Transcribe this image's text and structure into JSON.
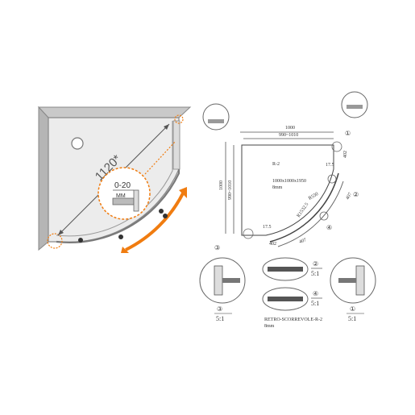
{
  "left_view": {
    "diagonal_label": "1120*",
    "adjust_range": "0-20",
    "adjust_unit": "MM",
    "colors": {
      "frame": "#8a8a8a",
      "accent": "#f07c10",
      "tray": "#e9e9e9",
      "wall": "#bdbdbd"
    }
  },
  "plan": {
    "model": "R-2",
    "size": "1000x1000x1950",
    "glass": "8mm",
    "width_total": "1000",
    "width_inner": "990~1010",
    "height_total": "1000",
    "height_inner": "990~1010",
    "radius": "R550",
    "dim_402_top": "402",
    "dim_402_bottom": "402",
    "dim_17_5_top": "17.5",
    "dim_17_5_bottom": "17.5",
    "dim_407_top": "407",
    "dim_407_bottom": "407",
    "dim_1532": "R1532.5",
    "markers": [
      "①",
      "②",
      "③",
      "④"
    ]
  },
  "details": {
    "left_marker": "③",
    "left_scale": "5:1",
    "mid_top_marker": "②",
    "mid_top_scale": "5:1",
    "mid_bottom_marker": "④",
    "mid_bottom_scale": "5:1",
    "right_marker": "①",
    "right_scale": "5:1",
    "caption_model": "RETRO-SCORREVOLE-R-2",
    "caption_glass": "8mm"
  }
}
